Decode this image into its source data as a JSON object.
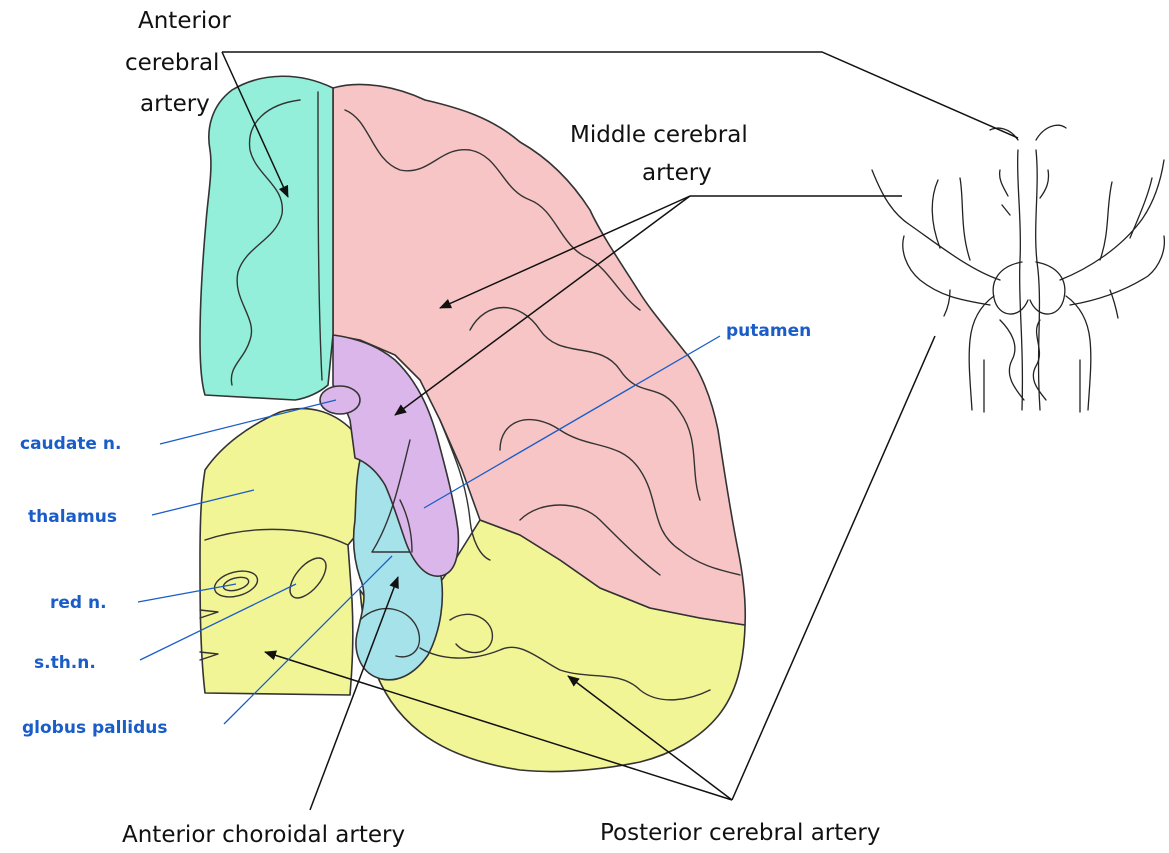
{
  "title_labels": {
    "anterior_cerebral": [
      "Anterior",
      "cerebral",
      "artery"
    ],
    "middle_cerebral": [
      "Middle cerebral",
      "artery"
    ],
    "anterior_choroidal": "Anterior choroidal artery",
    "posterior_cerebral": "Posterior cerebral artery"
  },
  "structures": {
    "putamen": "putamen",
    "caudate": "caudate n.",
    "thalamus": "thalamus",
    "red_nucleus": "red n.",
    "subthalamic": "s.th.n.",
    "globus_pallidus": "globus pallidus"
  },
  "colors": {
    "anterior_cerebral_territory": "#93efd9",
    "middle_cerebral_territory": "#f7c5c5",
    "lenticulostriate_territory": "#dab6ea",
    "anterior_choroidal_territory": "#a6e2ea",
    "posterior_cerebral_territory": "#f2f595",
    "structure_label_text": "#1a5dc8",
    "outline": "#333333",
    "background": "#ffffff"
  }
}
